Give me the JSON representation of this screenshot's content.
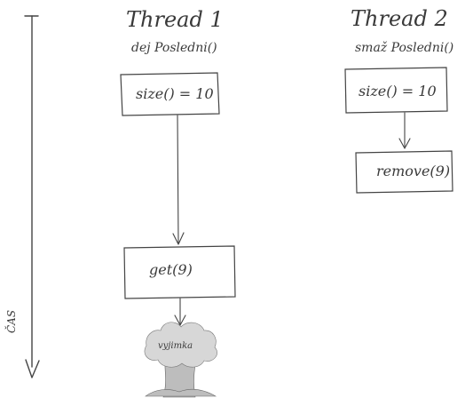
{
  "time_axis": {
    "label": "ČAS"
  },
  "thread1": {
    "title": "Thread 1",
    "subtitle": "dej Posledni()",
    "box1": "size() = 10",
    "box2": "get(9)",
    "explosion_text": "vyjimka"
  },
  "thread2": {
    "title": "Thread 2",
    "subtitle": "smaž Posledni()",
    "box1": "size() = 10",
    "box2": "remove(9)"
  },
  "colors": {
    "ink": "#444444",
    "background": "#ffffff",
    "smoke": "#d7d7d7"
  }
}
